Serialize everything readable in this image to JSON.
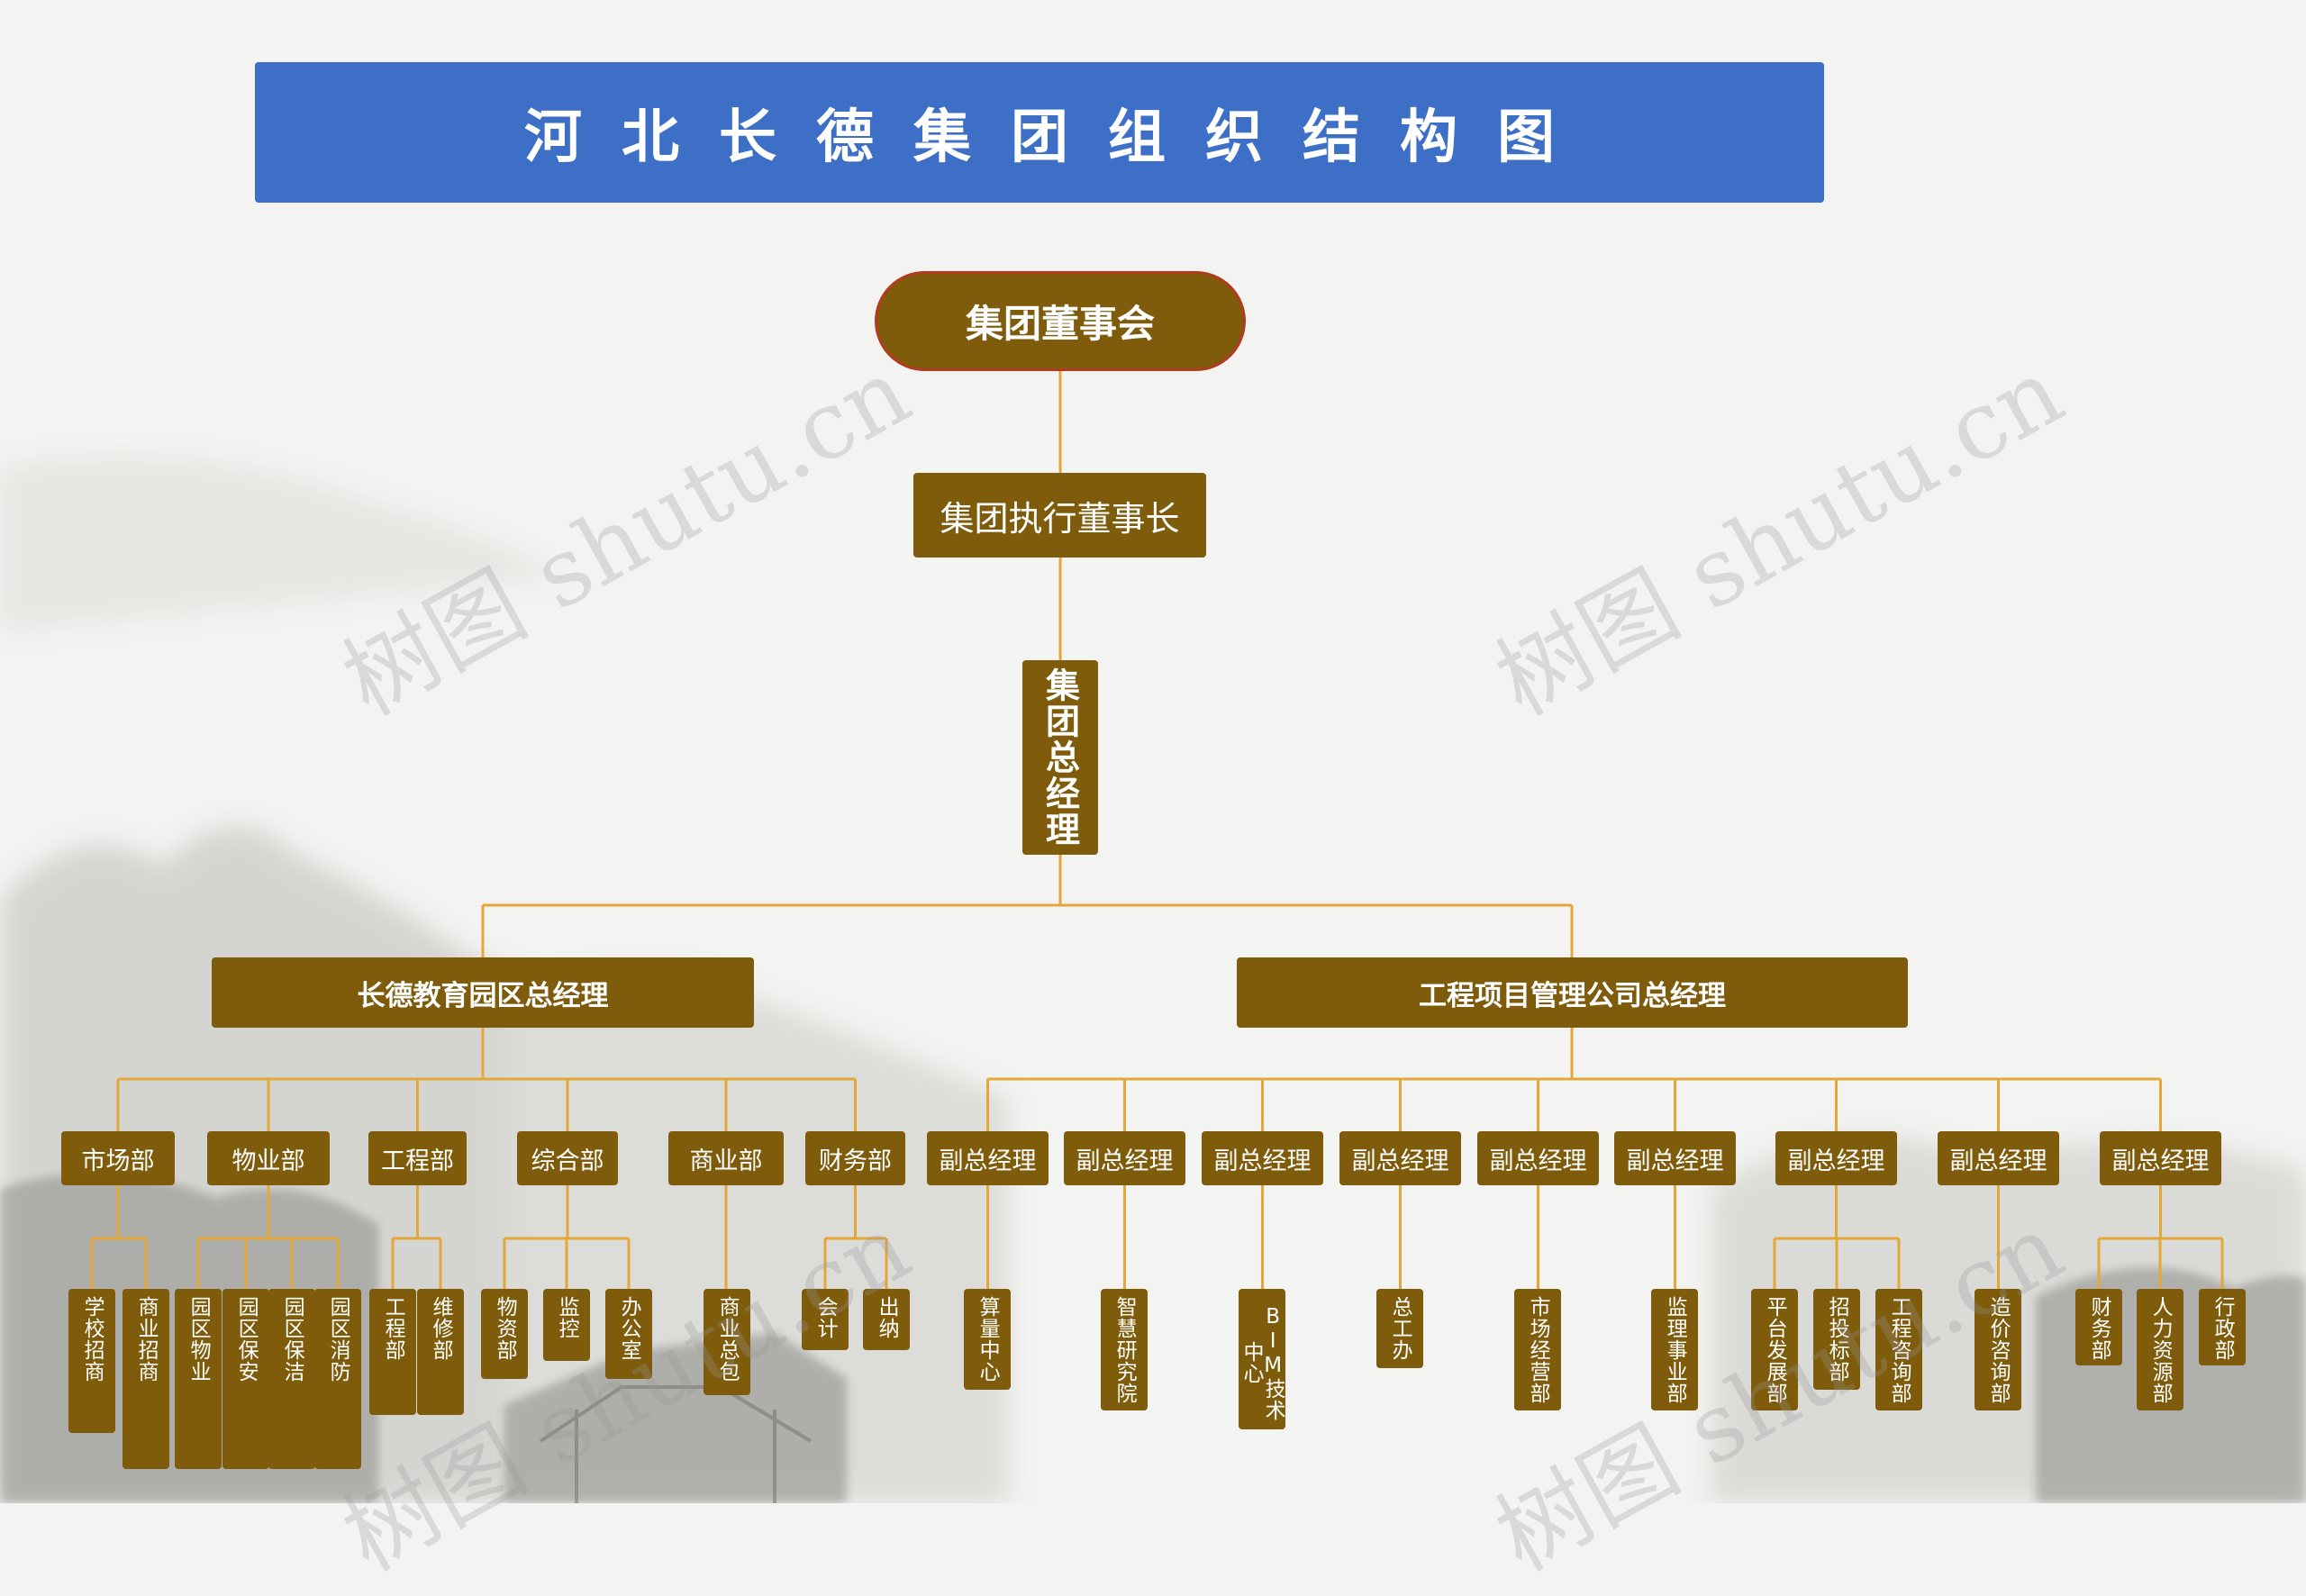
{
  "title": "河北长德集团组织结构图",
  "watermark": "树图 shutu.cn",
  "colors": {
    "title_bar": "#3d6fc6",
    "node_fill": "#7f5c0c",
    "node_text": "#ffffff",
    "connector": "#e4a83a",
    "board_border": "#b23a20"
  },
  "org": {
    "board": "集团董事会",
    "executive_chair": "集团执行董事长",
    "general_manager": "集团总经理",
    "divisions": [
      {
        "name": "长德教育园区总经理",
        "departments": [
          {
            "name": "市场部",
            "units": [
              "学校招商",
              "商业招商"
            ]
          },
          {
            "name": "物业部",
            "units": [
              "园区物业",
              "园区保安",
              "园区保洁",
              "园区消防"
            ]
          },
          {
            "name": "工程部",
            "units": [
              "工程部",
              "维修部"
            ]
          },
          {
            "name": "综合部",
            "units": [
              "物资部",
              "监控",
              "办公室"
            ]
          },
          {
            "name": "商业部",
            "units": [
              "商业总包"
            ]
          },
          {
            "name": "财务部",
            "units": [
              "会计",
              "出纳"
            ]
          }
        ]
      },
      {
        "name": "工程项目管理公司总经理",
        "departments": [
          {
            "name": "副总经理",
            "units": [
              "算量中心"
            ]
          },
          {
            "name": "副总经理",
            "units": [
              "智慧研究院"
            ]
          },
          {
            "name": "副总经理",
            "units": [
              "BIM技术中心"
            ]
          },
          {
            "name": "副总经理",
            "units": [
              "总工办"
            ]
          },
          {
            "name": "副总经理",
            "units": [
              "市场经营部"
            ]
          },
          {
            "name": "副总经理",
            "units": [
              "监理事业部"
            ]
          },
          {
            "name": "副总经理",
            "units": [
              "平台发展部",
              "招投标部",
              "工程咨询部"
            ]
          },
          {
            "name": "副总经理",
            "units": [
              "造价咨询部"
            ]
          },
          {
            "name": "副总经理",
            "units": [
              "财务部",
              "人力资源部",
              "行政部"
            ]
          }
        ]
      }
    ]
  }
}
